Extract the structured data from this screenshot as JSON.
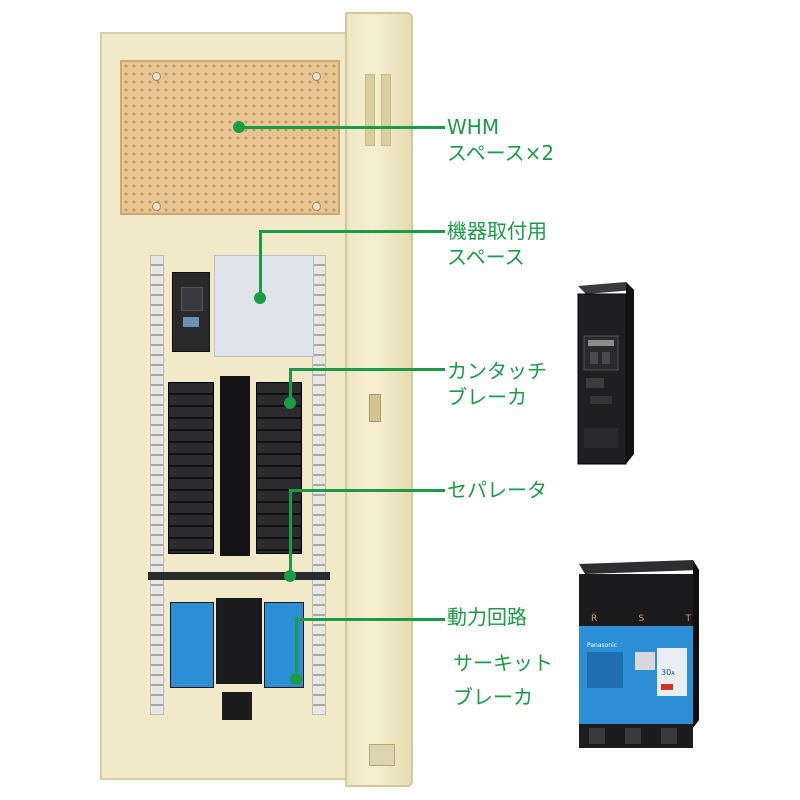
{
  "callouts": {
    "whm": {
      "line1": "WHM",
      "line2": "スペース×2"
    },
    "equipment": {
      "line1": "機器取付用",
      "line2": "スペース"
    },
    "breaker": {
      "line1": "カンタッチ",
      "line2": "ブレーカ"
    },
    "separator": {
      "line1": "セパレータ"
    },
    "power": {
      "line1": "動力回路",
      "line2": "サーキット",
      "line3": "ブレーカ"
    }
  },
  "product_large": {
    "phase_labels": [
      "R",
      "S",
      "T"
    ],
    "brand": "Panasonic",
    "rating": "30",
    "unit": "A"
  },
  "colors": {
    "accent": "#1a9b46",
    "cabinet": "#f1e9c8",
    "breaker_blue": "#2b8fd6"
  }
}
